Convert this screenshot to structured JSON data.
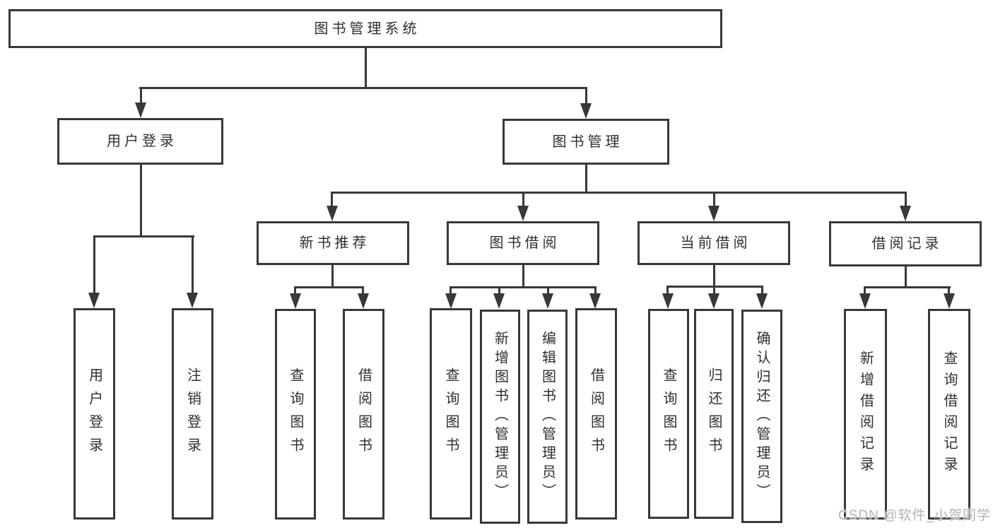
{
  "colors": {
    "line": "#383838",
    "text": "#2f2f2f",
    "background": "#ffffff",
    "watermark": "#b3b3b3"
  },
  "watermark": {
    "text": "CSDN @软件_小贺同学"
  },
  "diagram": {
    "type": "hierarchy-tree",
    "root": {
      "label": "图书管理系统"
    },
    "branches": [
      {
        "label": "用户登录",
        "children": [
          {
            "label": "用户登录"
          },
          {
            "label": "注销登录"
          }
        ]
      },
      {
        "label": "图书管理",
        "children": [
          {
            "label": "新书推荐",
            "children": [
              {
                "label": "查询图书"
              },
              {
                "label": "借阅图书"
              }
            ]
          },
          {
            "label": "图书借阅",
            "children": [
              {
                "label": "查询图书"
              },
              {
                "label": "新增图书（管理员）"
              },
              {
                "label": "编辑图书（管理员）"
              },
              {
                "label": "借阅图书"
              }
            ]
          },
          {
            "label": "当前借阅",
            "children": [
              {
                "label": "查询图书"
              },
              {
                "label": "归还图书"
              },
              {
                "label": "确认归还（管理员）"
              }
            ]
          },
          {
            "label": "借阅记录",
            "children": [
              {
                "label": "新增借阅记录"
              },
              {
                "label": "查询借阅记录"
              }
            ]
          }
        ]
      }
    ]
  }
}
